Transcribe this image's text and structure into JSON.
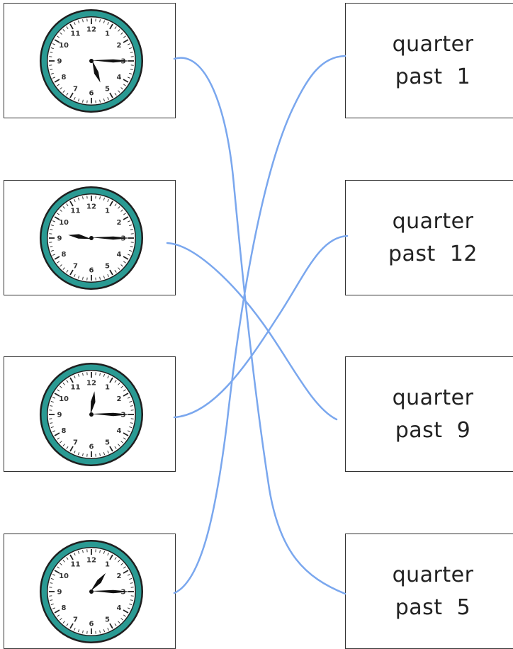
{
  "clocks": [
    {
      "name": "clock-1",
      "hour": 5,
      "minute": 15
    },
    {
      "name": "clock-2",
      "hour": 9,
      "minute": 15
    },
    {
      "name": "clock-3",
      "hour": 12,
      "minute": 15
    },
    {
      "name": "clock-4",
      "hour": 1,
      "minute": 15
    }
  ],
  "clock_numerals": [
    "12",
    "1",
    "2",
    "3",
    "4",
    "5",
    "6",
    "7",
    "8",
    "9",
    "10",
    "11"
  ],
  "labels": [
    {
      "line1": "quarter",
      "line2": "past  1"
    },
    {
      "line1": "quarter",
      "line2": "past  12"
    },
    {
      "line1": "quarter",
      "line2": "past  9"
    },
    {
      "line1": "quarter",
      "line2": "past  5"
    }
  ],
  "matches": [
    {
      "clock": 0,
      "label": 3
    },
    {
      "clock": 1,
      "label": 2
    },
    {
      "clock": 2,
      "label": 1
    },
    {
      "clock": 3,
      "label": 0
    }
  ],
  "colors": {
    "line": "#7aa7ee",
    "clock_ring": "#2a9a93",
    "hand": "#111111"
  }
}
